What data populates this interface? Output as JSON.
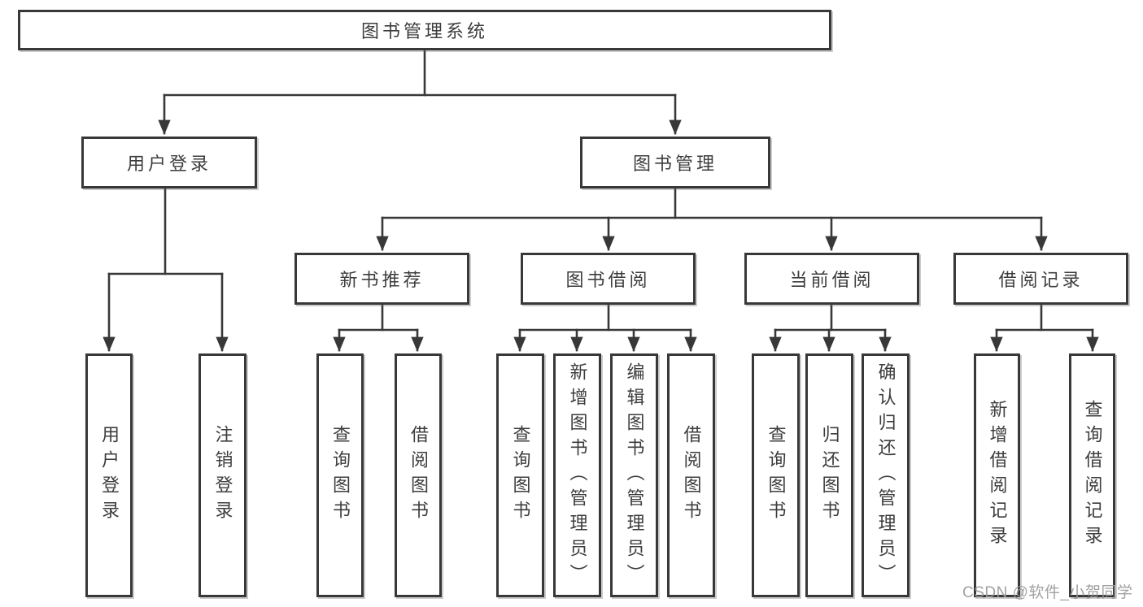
{
  "tree": {
    "label": "图书管理系统",
    "children": [
      {
        "label": "用户登录",
        "children": [
          {
            "label": "用户登录"
          },
          {
            "label": "注销登录"
          }
        ]
      },
      {
        "label": "图书管理",
        "children": [
          {
            "label": "新书推荐",
            "children": [
              {
                "label": "查询图书"
              },
              {
                "label": "借阅图书"
              }
            ]
          },
          {
            "label": "图书借阅",
            "children": [
              {
                "label": "查询图书"
              },
              {
                "label": "新增图书（管理员）"
              },
              {
                "label": "编辑图书（管理员）"
              },
              {
                "label": "借阅图书"
              }
            ]
          },
          {
            "label": "当前借阅",
            "children": [
              {
                "label": "查询图书"
              },
              {
                "label": "归还图书"
              },
              {
                "label": "确认归还（管理员）"
              }
            ]
          },
          {
            "label": "借阅记录",
            "children": [
              {
                "label": "新增借阅记录"
              },
              {
                "label": "查询借阅记录"
              }
            ]
          }
        ]
      }
    ]
  },
  "watermark": {
    "text": "CSDN @软件_小贺同学"
  },
  "colors": {
    "line": "#383838",
    "box_border": "#383838",
    "text": "#3d3d3d",
    "background": "#ffffff",
    "watermark": "#9a9a9a"
  }
}
